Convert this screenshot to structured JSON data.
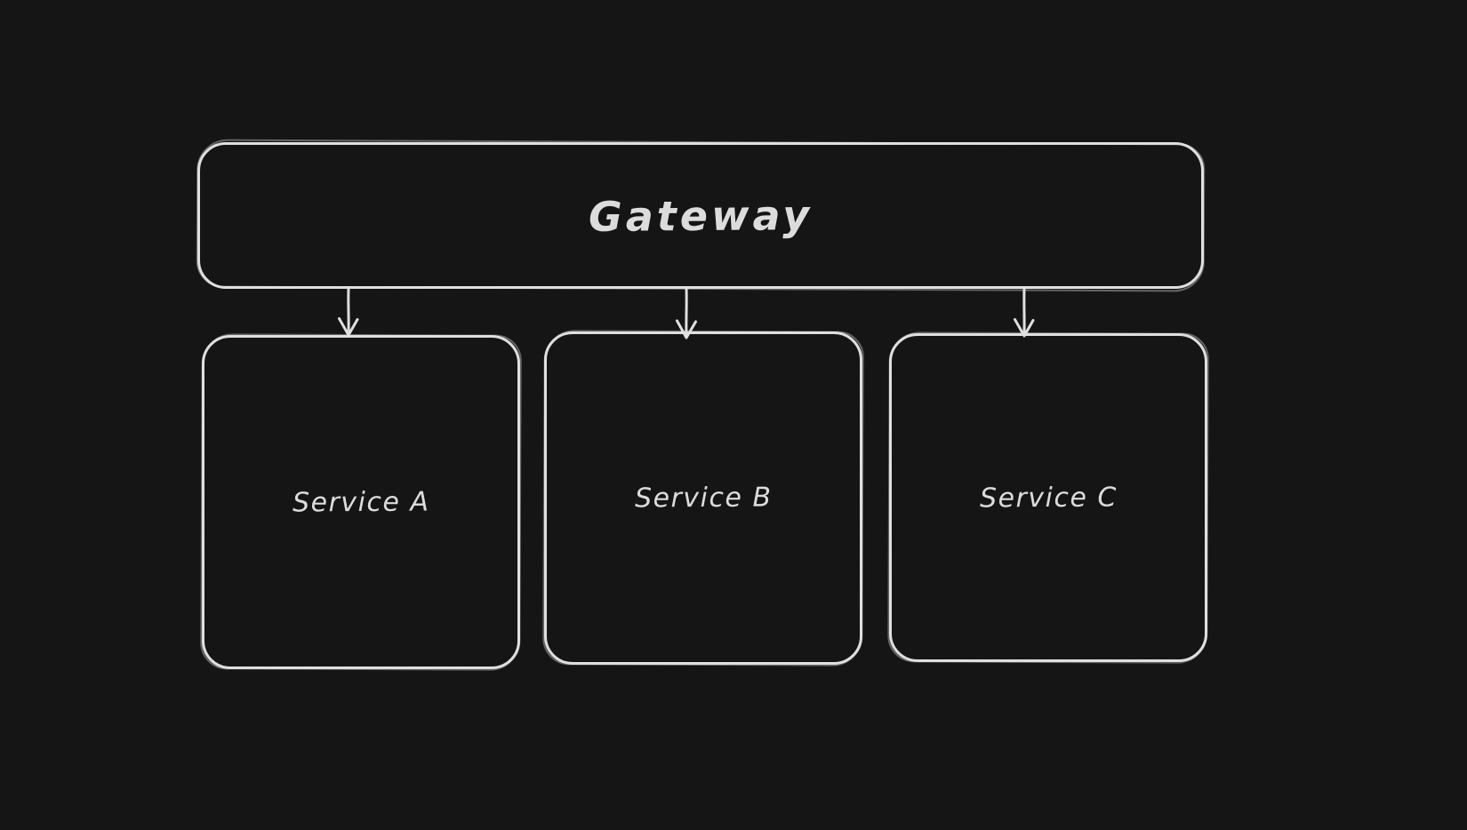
{
  "diagram": {
    "theme": "dark",
    "background_color": "#151515",
    "stroke_color": "#dfdfdf",
    "text_color": "#dcdcdc",
    "nodes": {
      "gateway": {
        "label": "Gateway"
      },
      "service_a": {
        "label": "Service A"
      },
      "service_b": {
        "label": "Service B"
      },
      "service_c": {
        "label": "Service C"
      }
    },
    "edges": [
      {
        "from": "Gateway",
        "to": "Service A",
        "direction": "down"
      },
      {
        "from": "Gateway",
        "to": "Service B",
        "direction": "down"
      },
      {
        "from": "Gateway",
        "to": "Service C",
        "direction": "down"
      }
    ]
  }
}
